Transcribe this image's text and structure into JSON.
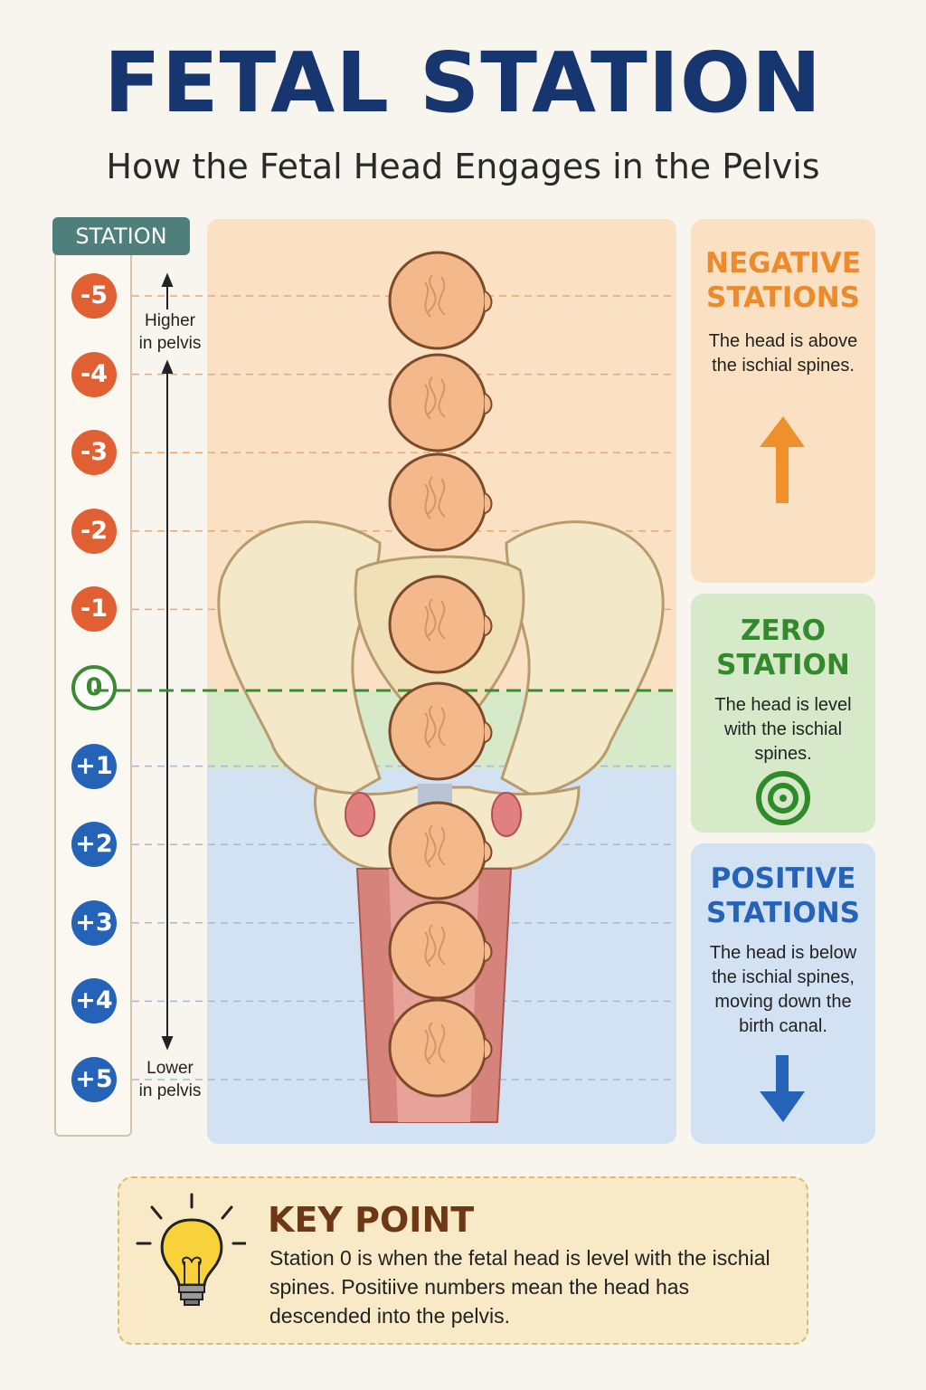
{
  "title": "FETAL STATION",
  "subtitle": "How the Fetal Head Engages in the Pelvis",
  "station_header": "STATION",
  "stations": [
    {
      "label": "-5",
      "color": "#e06033"
    },
    {
      "label": "-4",
      "color": "#e06033"
    },
    {
      "label": "-3",
      "color": "#e06033"
    },
    {
      "label": "-2",
      "color": "#e06033"
    },
    {
      "label": "-1",
      "color": "#e06033"
    },
    {
      "label": "0",
      "color": "#3a8a30"
    },
    {
      "label": "+1",
      "color": "#2563b8"
    },
    {
      "label": "+2",
      "color": "#2563b8"
    },
    {
      "label": "+3",
      "color": "#2563b8"
    },
    {
      "label": "+4",
      "color": "#2563b8"
    },
    {
      "label": "+5",
      "color": "#2563b8"
    }
  ],
  "scale": {
    "higher": [
      "Higher",
      "in pelvis"
    ],
    "lower": [
      "Lower",
      "in pelvis"
    ]
  },
  "panels": {
    "negative": {
      "heading": [
        "NEGATIVE",
        "STATIONS"
      ],
      "text": "The head is above the ischial spines.",
      "color": "#ec8a2e",
      "icon": "arrow-up-icon"
    },
    "zero": {
      "heading": [
        "ZERO",
        "STATION"
      ],
      "text": "The head is level with the ischial spines.",
      "color": "#34892c",
      "icon": "target-icon"
    },
    "positive": {
      "heading": [
        "POSITIVE",
        "STATIONS"
      ],
      "text": "The head is below the ischial spines, moving down the birth canal.",
      "color": "#2563b8",
      "icon": "arrow-down-icon"
    }
  },
  "key_point": {
    "title": "KEY POINT",
    "text": "Station 0 is when the fetal head is level with the ischial spines. Positiive numbers mean the head has descended into the pelvis.",
    "icon": "lightbulb-icon"
  },
  "colors": {
    "negative_zone": "#fbe1c3",
    "zero_zone": "#d6e9c8",
    "positive_zone": "#d3e2f2",
    "zero_line": "#3a8a30",
    "head": "#f4b98a",
    "bone": "#f3e8c8"
  }
}
